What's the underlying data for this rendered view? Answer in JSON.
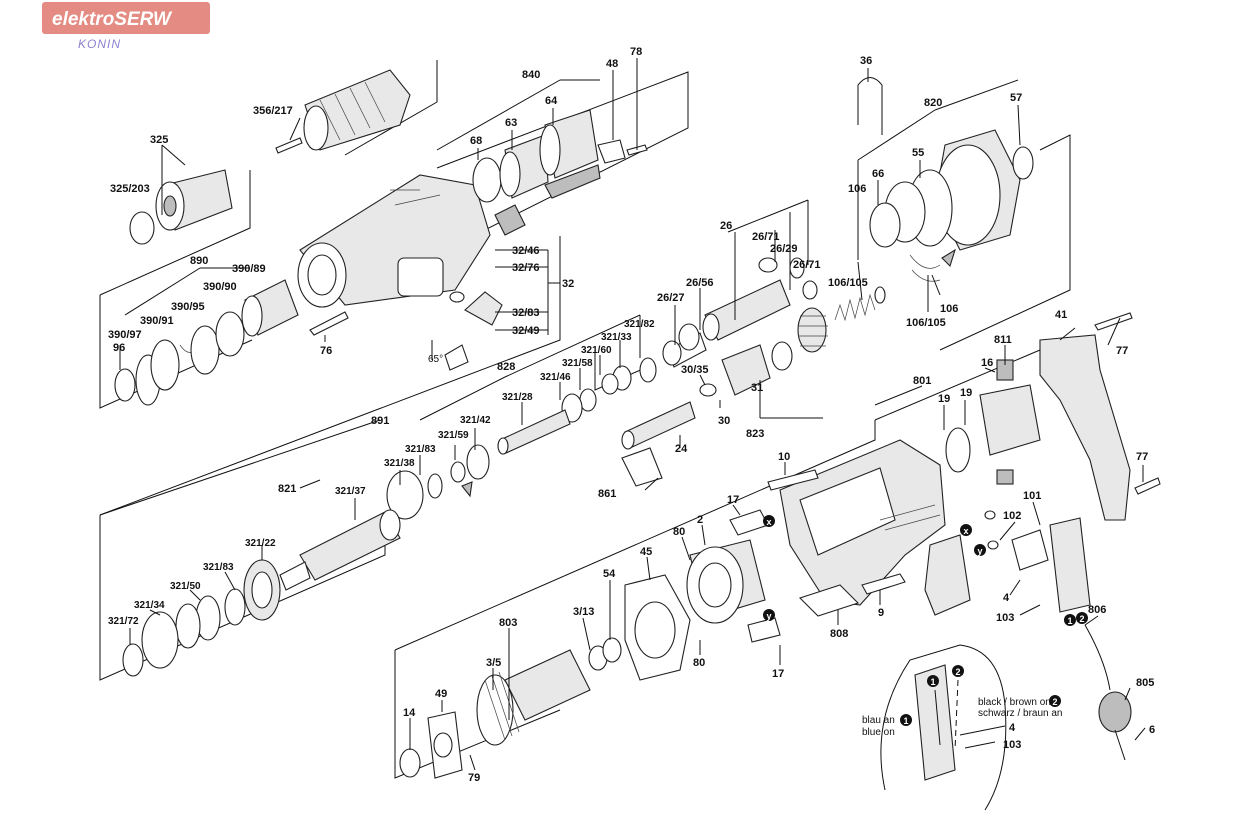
{
  "logo": {
    "brand": "elektroSERW",
    "location": "KONIN",
    "colors": {
      "badge": "#e48c83",
      "location_text": "#8c82d0"
    }
  },
  "labels": {
    "p840": "840",
    "p78": "78",
    "p48": "48",
    "p64": "64",
    "p63": "63",
    "p68": "68",
    "p356_217": "356/217",
    "p325": "325",
    "p325_203": "325/203",
    "p36": "36",
    "p820": "820",
    "p57": "57",
    "p55": "55",
    "p66": "66",
    "p106a": "106",
    "p890": "890",
    "p390_89": "390/89",
    "p390_90": "390/90",
    "p390_95": "390/95",
    "p390_91": "390/91",
    "p390_97": "390/97",
    "p96": "96",
    "p76": "76",
    "p32_46": "32/46",
    "p32_76": "32/76",
    "p32": "32",
    "p32_83": "32/83",
    "p32_49": "32/49",
    "p65deg": "65°",
    "p26": "26",
    "p26_71a": "26/71",
    "p26_29": "26/29",
    "p26_71b": "26/71",
    "p26_56": "26/56",
    "p26_27": "26/27",
    "p106_105a": "106/105",
    "p106b": "106",
    "p106_105b": "106/105",
    "p41": "41",
    "p77a": "77",
    "p811": "811",
    "p16": "16",
    "p801": "801",
    "p19a": "19",
    "p19b": "19",
    "p77b": "77",
    "p828": "828",
    "p321_82": "321/82",
    "p321_33": "321/33",
    "p321_60": "321/60",
    "p321_58": "321/58",
    "p321_46": "321/46",
    "p321_28": "321/28",
    "p30_35": "30/35",
    "p31": "31",
    "p30": "30",
    "p823": "823",
    "p891": "891",
    "p321_42": "321/42",
    "p321_59": "321/59",
    "p24": "24",
    "p861": "861",
    "p321_83a": "321/83",
    "p321_38": "321/38",
    "p821": "821",
    "p321_37": "321/37",
    "p321_22": "321/22",
    "p321_83b": "321/83",
    "p321_50": "321/50",
    "p321_34": "321/34",
    "p321_72": "321/72",
    "p10": "10",
    "p17a": "17",
    "p2": "2",
    "p80a": "80",
    "p45": "45",
    "p54": "54",
    "p3_13": "3/13",
    "p80b": "80",
    "p17b": "17",
    "p803": "803",
    "p3_5": "3/5",
    "p49": "49",
    "p14": "14",
    "p79": "79",
    "p808": "808",
    "p9": "9",
    "p101": "101",
    "p102": "102",
    "p4a": "4",
    "p103a": "103",
    "p806": "806",
    "p805": "805",
    "p6": "6",
    "p4b": "4",
    "p103b": "103"
  },
  "markers": {
    "x": "x",
    "y": "y",
    "one": "1",
    "two": "2"
  },
  "wiring_notes": {
    "black_brown_en": "black / brown on",
    "black_brown_de": "schwarz / braun an",
    "blue_de": "blau an",
    "blue_en": "blue on"
  }
}
